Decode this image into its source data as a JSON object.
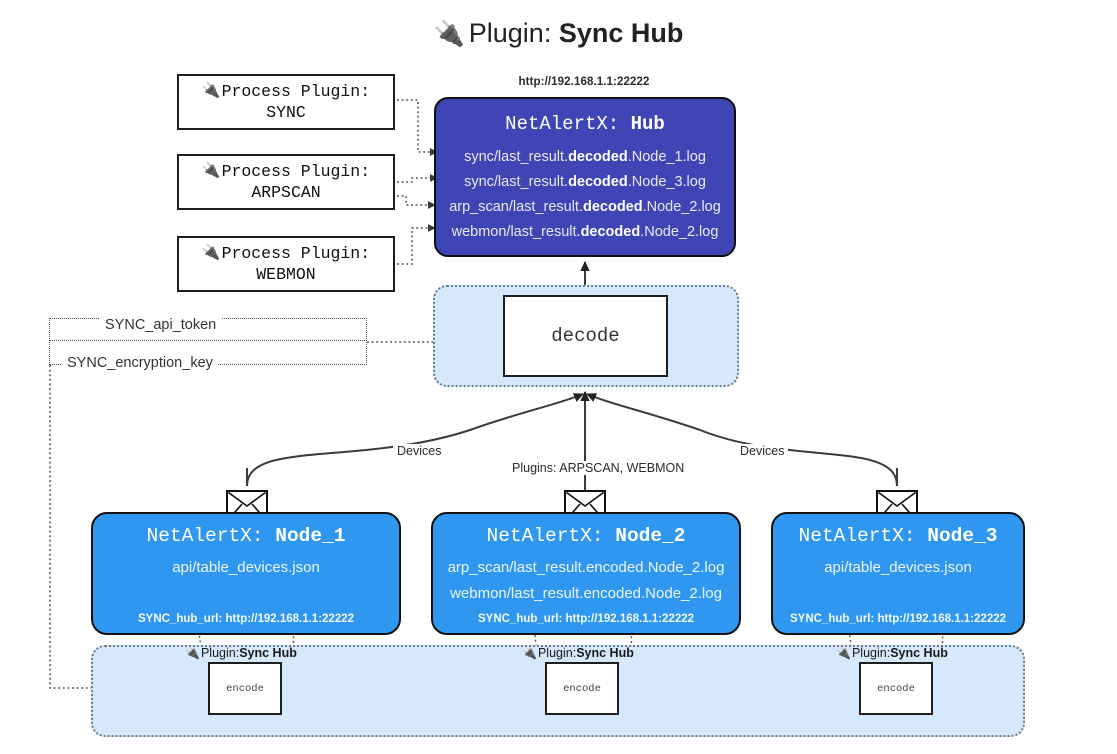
{
  "header": {
    "plug_icon": "plug-icon",
    "prefix": "Plugin: ",
    "name": "Sync Hub"
  },
  "process_plugins": [
    {
      "line1": "Process Plugin:",
      "line2": "SYNC",
      "icon": "plug-icon"
    },
    {
      "line1": "Process Plugin:",
      "line2": "ARPSCAN",
      "icon": "plug-icon"
    },
    {
      "line1": "Process Plugin:",
      "line2": "WEBMON",
      "icon": "plug-icon"
    }
  ],
  "hub": {
    "url": "http://192.168.1.1:22222",
    "title_prefix": "NetAlertX: ",
    "title_name": "Hub",
    "rows": [
      {
        "pre": "sync/last_result.",
        "mid": "decoded",
        "post": ".Node_1.log"
      },
      {
        "pre": "sync/last_result.",
        "mid": "decoded",
        "post": ".Node_3.log"
      },
      {
        "pre": "arp_scan/last_result.",
        "mid": "decoded",
        "post": ".Node_2.log"
      },
      {
        "pre": "webmon/last_result.",
        "mid": "decoded",
        "post": ".Node_2.log"
      }
    ]
  },
  "decode": {
    "label": "decode"
  },
  "keys": {
    "api_token": "SYNC_api_token",
    "encryption_key": "SYNC_encryption_key"
  },
  "wire_labels": {
    "devices_left": "Devices",
    "devices_right": "Devices",
    "plugins_center": "Plugins: ARPSCAN, WEBMON"
  },
  "nodes": [
    {
      "title_prefix": "NetAlertX: ",
      "title_name": "Node_1",
      "lines": [
        "api/table_devices.json"
      ],
      "footer": "SYNC_hub_url: http://192.168.1.1:22222",
      "envelope_icon": "envelope-icon"
    },
    {
      "title_prefix": "NetAlertX: ",
      "title_name": "Node_2",
      "lines": [
        "arp_scan/last_result.encoded.Node_2.log",
        "webmon/last_result.encoded.Node_2.log"
      ],
      "footer": "SYNC_hub_url: http://192.168.1.1:22222",
      "envelope_icon": "envelope-icon"
    },
    {
      "title_prefix": "NetAlertX: ",
      "title_name": "Node_3",
      "lines": [
        "api/table_devices.json"
      ],
      "footer": "SYNC_hub_url: http://192.168.1.1:22222",
      "envelope_icon": "envelope-icon"
    }
  ],
  "encoders": [
    {
      "plugin_prefix": "Plugin: ",
      "plugin_name": "Sync Hub",
      "label": "encode",
      "icon": "plug-icon"
    },
    {
      "plugin_prefix": "Plugin: ",
      "plugin_name": "Sync Hub",
      "label": "encode",
      "icon": "plug-icon"
    },
    {
      "plugin_prefix": "Plugin: ",
      "plugin_name": "Sync Hub",
      "label": "encode",
      "icon": "plug-icon"
    }
  ],
  "colors": {
    "hub_fill": "#3f45b5",
    "node_fill": "#2f97ef",
    "cluster_fill": "#d6e8fb",
    "stroke": "#101010",
    "page_bg": "#ffffff"
  }
}
